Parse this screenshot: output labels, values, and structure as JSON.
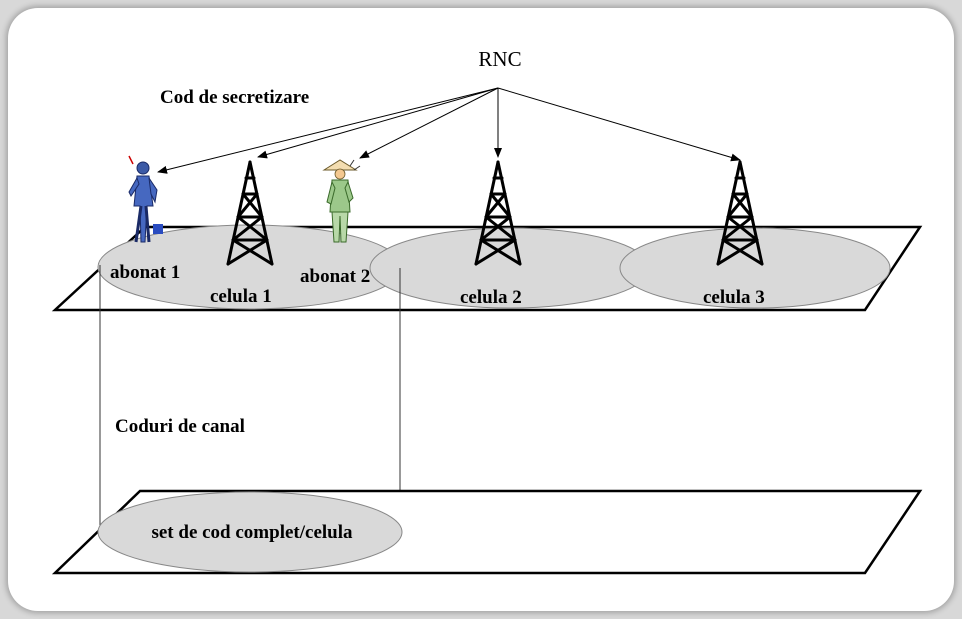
{
  "title": "RNC",
  "scrambling_label": "Cod de secretizare",
  "channel_label": "Coduri de canal",
  "cells": [
    {
      "label": "celula 1"
    },
    {
      "label": "celula 2"
    },
    {
      "label": "celula 3"
    }
  ],
  "subscribers": [
    {
      "label": "abonat 1"
    },
    {
      "label": "abonat 2"
    }
  ],
  "code_set_label": "set de cod complet/celula",
  "colors": {
    "cell_fill": "#d9d9d9",
    "line": "#000000",
    "frame": "#ffffff"
  },
  "icons": [
    "antenna-tower-icon",
    "businessman-icon",
    "farmer-icon"
  ]
}
